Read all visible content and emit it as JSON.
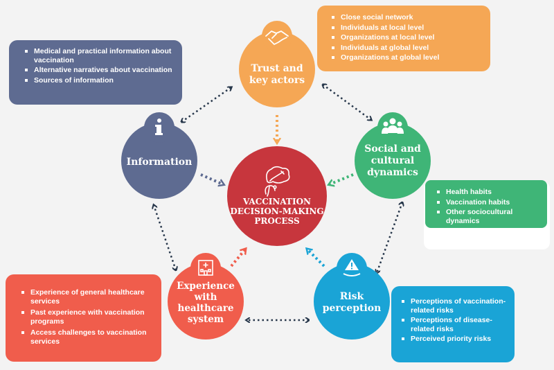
{
  "colors": {
    "trust": "#f5a755",
    "social": "#3fb577",
    "risk": "#1aa4d6",
    "experience": "#f05d4c",
    "information": "#5e6b91",
    "center": "#c7363d",
    "arrow": "#26364a"
  },
  "center": {
    "label": "VACCINATION\nDECISION-MAKING\nPROCESS",
    "icon": "thinking-head-vaccine-icon"
  },
  "nodes": {
    "trust": {
      "label": "Trust and\nkey actors",
      "icon": "handshake-icon"
    },
    "social": {
      "label": "Social and\ncultural\ndynamics",
      "icon": "people-group-icon"
    },
    "risk": {
      "label": "Risk\nperception",
      "icon": "warning-hand-icon"
    },
    "experience": {
      "label": "Experience\nwith\nhealthcare\nsystem",
      "icon": "hospital-icon"
    },
    "information": {
      "label": "Information",
      "icon": "info-icon"
    }
  },
  "boxes": {
    "information": [
      "Medical and practical information about vaccination",
      "Alternative narratives about vaccination",
      "Sources of information"
    ],
    "trust": [
      "Close social network",
      "Individuals at local level",
      "Organizations at local level",
      "Individuals at global level",
      "Organizations at global level"
    ],
    "social": [
      "Health habits",
      "Vaccination habits",
      "Other sociocultural dynamics"
    ],
    "risk": [
      "Perceptions of vaccination-related risks",
      "Perceptions of disease-related risks",
      "Perceived priority risks"
    ],
    "experience": [
      "Experience of general healthcare services",
      "Past experience with vaccination programs",
      "Access challenges to vaccination services"
    ]
  }
}
